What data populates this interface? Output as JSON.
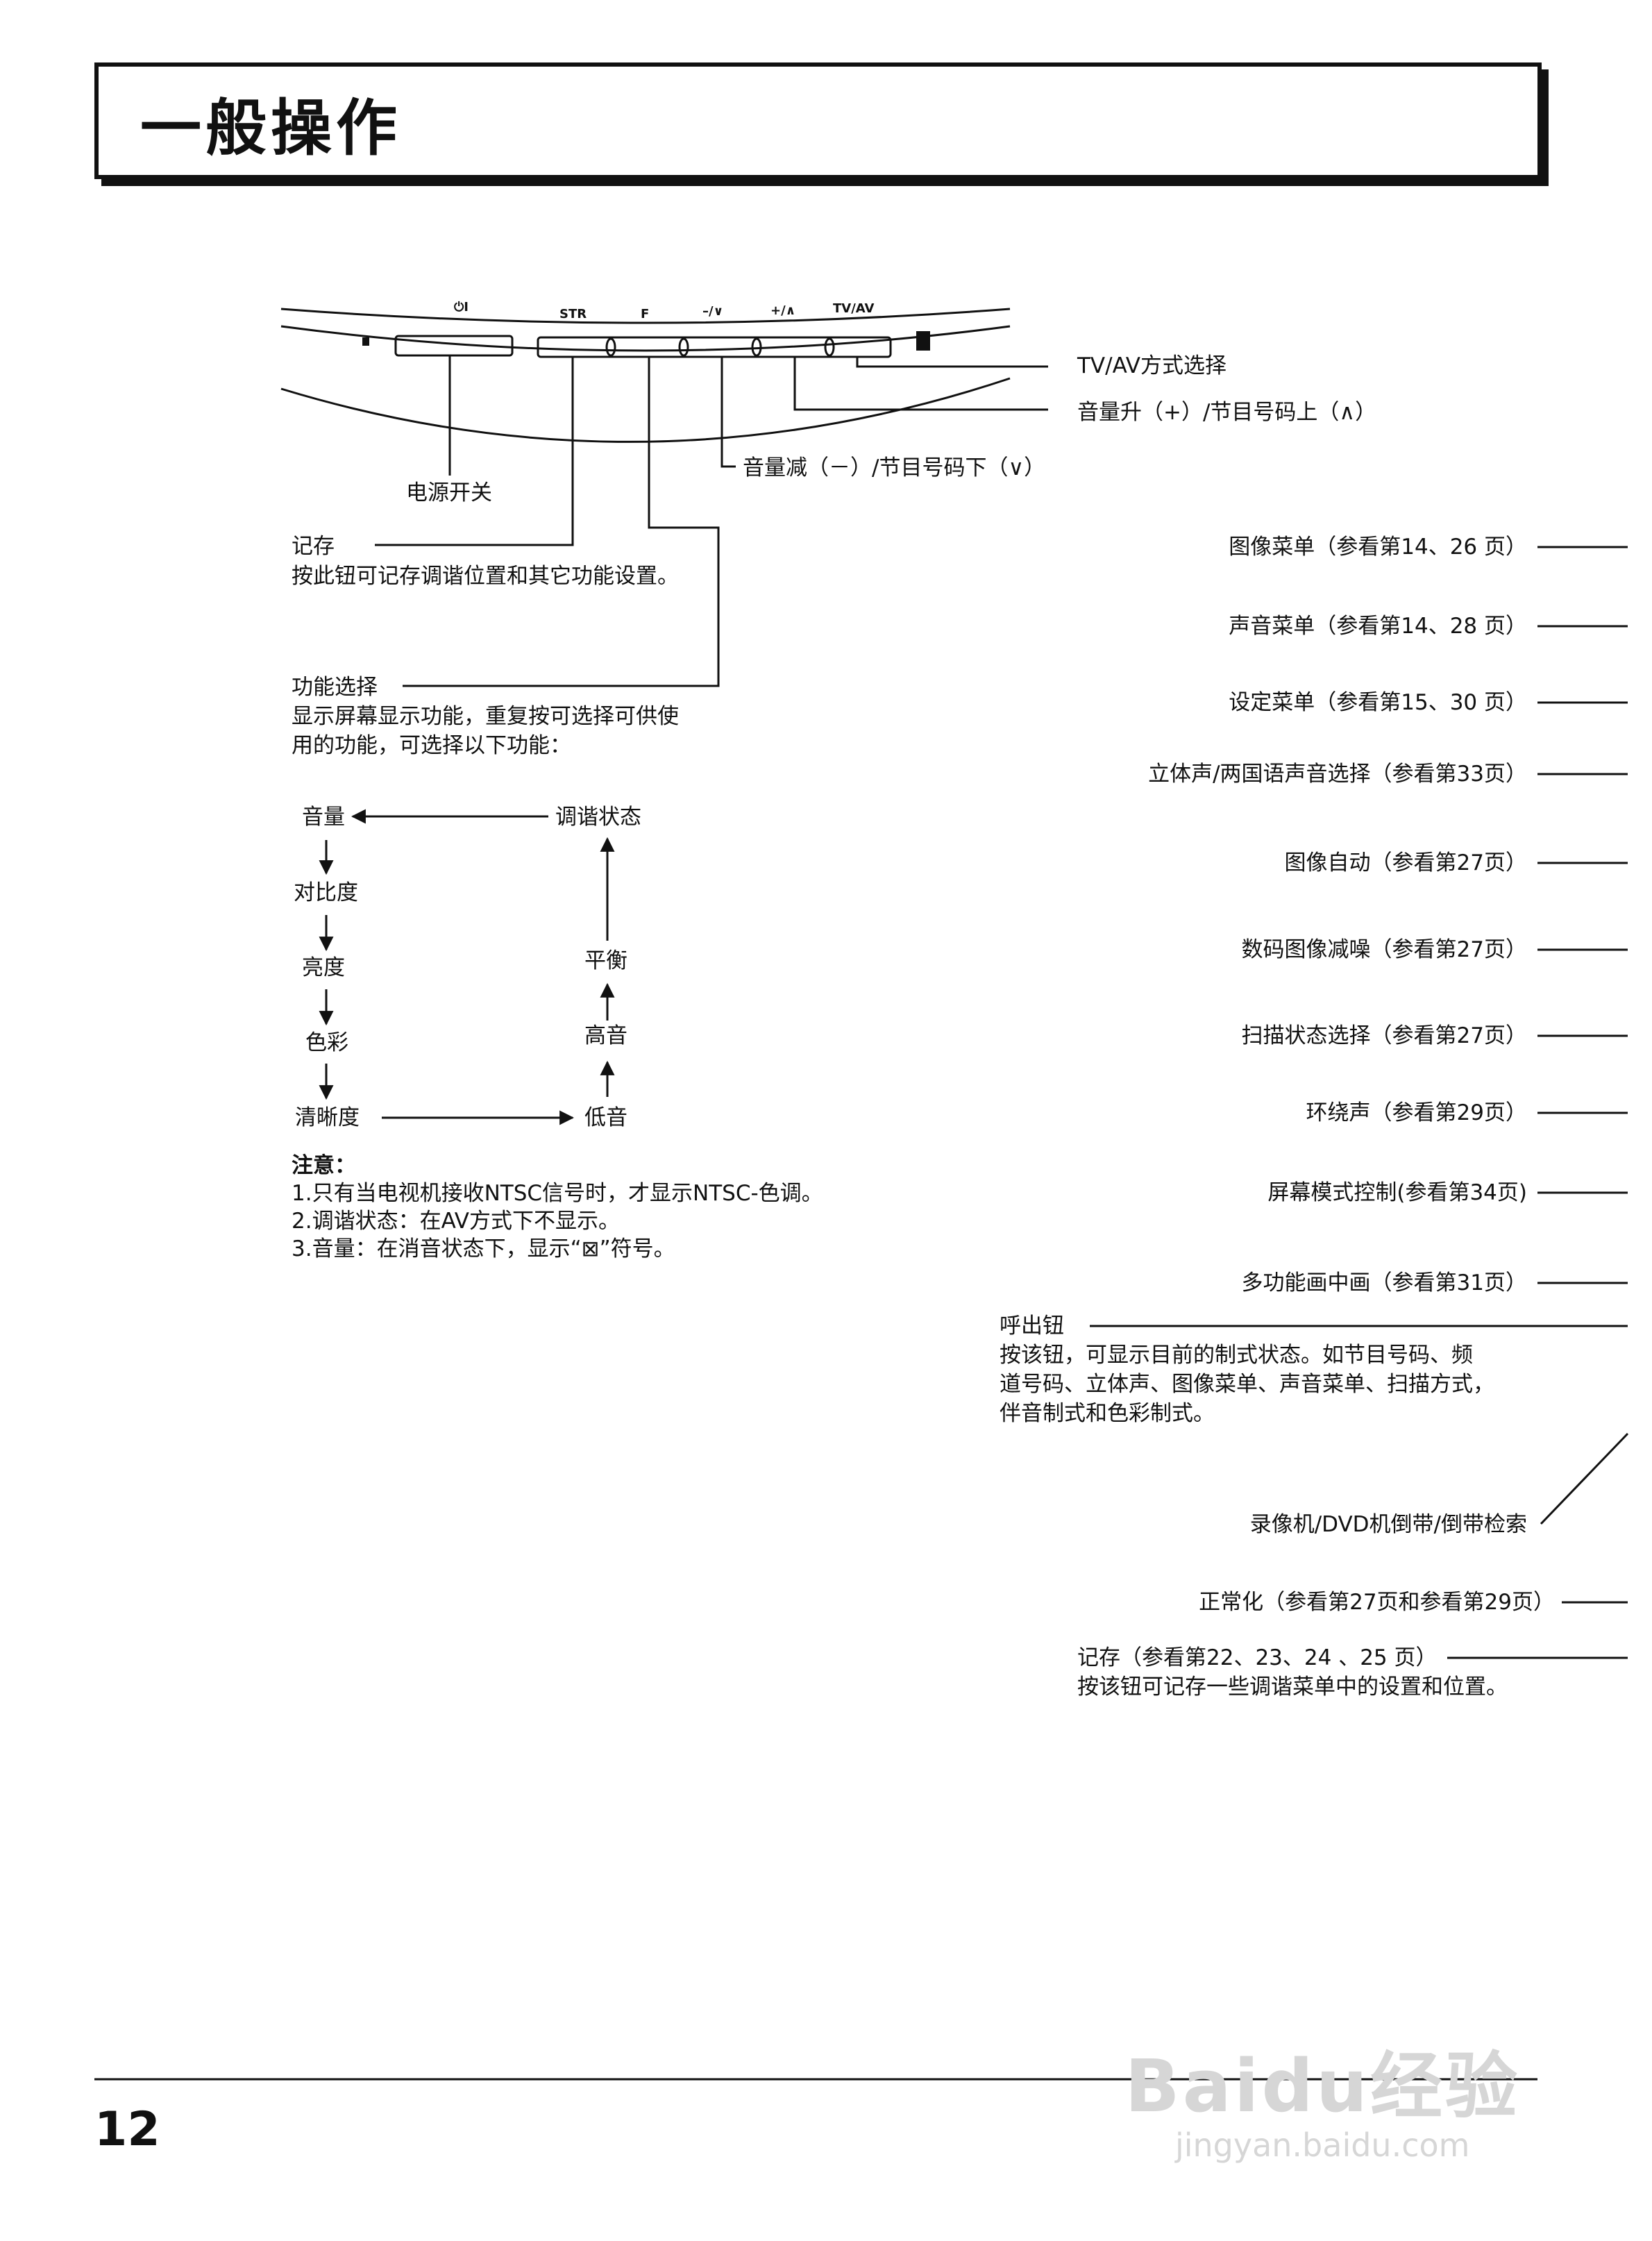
{
  "page_title": "一般操作",
  "page_number": "12",
  "panel": {
    "labels": {
      "power_symbol": "⏻I",
      "str": "STR",
      "f": "F",
      "minus_down": "–/∨",
      "plus_up": "+/∧",
      "tv_av": "TV/AV"
    },
    "callouts": {
      "tv_av": "TV/AV方式选择",
      "volume_up": "音量升（+）/节目号码上（∧）",
      "volume_down": "音量减（－）/节目号码下（∨）",
      "power": "电源开关",
      "store_title": "记存",
      "store_desc": "按此钮可记存调谐位置和其它功能设置。",
      "function_title": "功能选择",
      "function_desc_1": "显示屏幕显示功能，重复按可选择可供使",
      "function_desc_2": "用的功能，可选择以下功能："
    }
  },
  "flow": {
    "left": [
      "音量",
      "对比度",
      "亮度",
      "色彩",
      "清晰度"
    ],
    "right": [
      "调谐状态",
      "平衡",
      "高音",
      "低音"
    ]
  },
  "notes": {
    "heading": "注意：",
    "items": [
      "1.只有当电视机接收NTSC信号时，才显示NTSC-色调。",
      "2.调谐状态：在AV方式下不显示。",
      "3.音量：在消音状态下，显示“⊠”符号。"
    ]
  },
  "remote_labels": {
    "picture_menu": "图像菜单（参看第14、26 页）",
    "sound_menu": "声音菜单（参看第14、28 页）",
    "setup_menu": "设定菜单（参看第15、30 页）",
    "stereo_select": "立体声/两国语声音选择（参看第33页）",
    "picture_auto": "图像自动（参看第27页）",
    "digital_nr": "数码图像减噪（参看第27页）",
    "scan_mode": "扫描状态选择（参看第27页）",
    "surround": "环绕声（参看第29页）",
    "screen_mode": "屏幕模式控制(参看第34页)",
    "multi_pip": "多功能画中画（参看第31页）",
    "recall_title": "呼出钮",
    "recall_desc_1": "按该钮，可显示目前的制式状态。如节目号码、频",
    "recall_desc_2": "道号码、立体声、图像菜单、声音菜单、扫描方式，",
    "recall_desc_3": "伴音制式和色彩制式。",
    "vcr_search": "录像机/DVD机倒带/倒带检索",
    "normalize": "正常化（参看第27页和参看第29页）",
    "store_title": "记存（参看第22、23、24 、25 页）",
    "store_desc": "按该钮可记存一些调谐菜单中的设置和位置。"
  },
  "watermark": {
    "brand": "Baidu经验",
    "url": "jingyan.baidu.com"
  }
}
